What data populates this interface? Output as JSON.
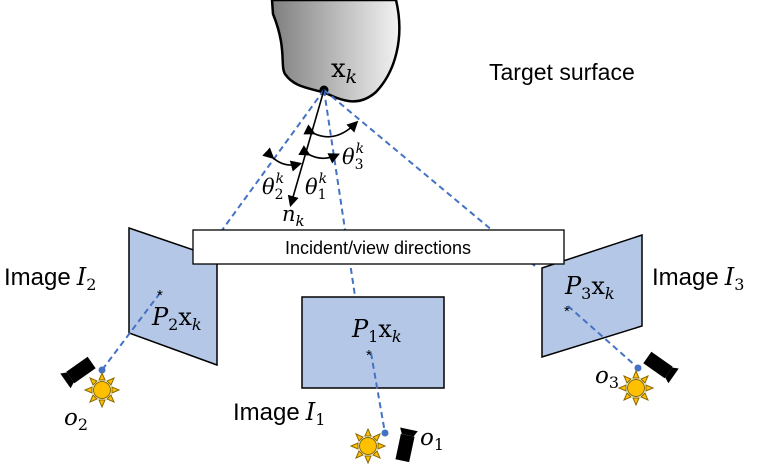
{
  "surface_label": "Target surface",
  "point": {
    "base": "x",
    "sub": "k"
  },
  "normal": {
    "base": "n",
    "sub": "k"
  },
  "angles": [
    {
      "id": "theta2",
      "base": "θ",
      "sub": "2",
      "sup": "k"
    },
    {
      "id": "theta1",
      "base": "θ",
      "sub": "1",
      "sup": "k"
    },
    {
      "id": "theta3",
      "base": "θ",
      "sub": "3",
      "sup": "k"
    }
  ],
  "caption": "Incident/view directions",
  "images": [
    {
      "id": "image1",
      "word": "Image",
      "symbol": "I",
      "sub": "1",
      "projection": {
        "P": "P",
        "sub": "1",
        "x": "x",
        "xsub": "k"
      },
      "origin": {
        "base": "o",
        "sub": "1"
      }
    },
    {
      "id": "image2",
      "word": "Image",
      "symbol": "I",
      "sub": "2",
      "projection": {
        "P": "P",
        "sub": "2",
        "x": "x",
        "xsub": "k"
      },
      "origin": {
        "base": "o",
        "sub": "2"
      }
    },
    {
      "id": "image3",
      "word": "Image",
      "symbol": "I",
      "sub": "3",
      "projection": {
        "P": "P",
        "sub": "3",
        "x": "x",
        "xsub": "k"
      },
      "origin": {
        "base": "o",
        "sub": "3"
      }
    }
  ],
  "colors": {
    "plane_fill": "#b4c7e7",
    "ray": "#4472c4",
    "sun": "#ffc000",
    "surface_dark": "#7f7f7f",
    "surface_light": "#f2f2f2"
  }
}
